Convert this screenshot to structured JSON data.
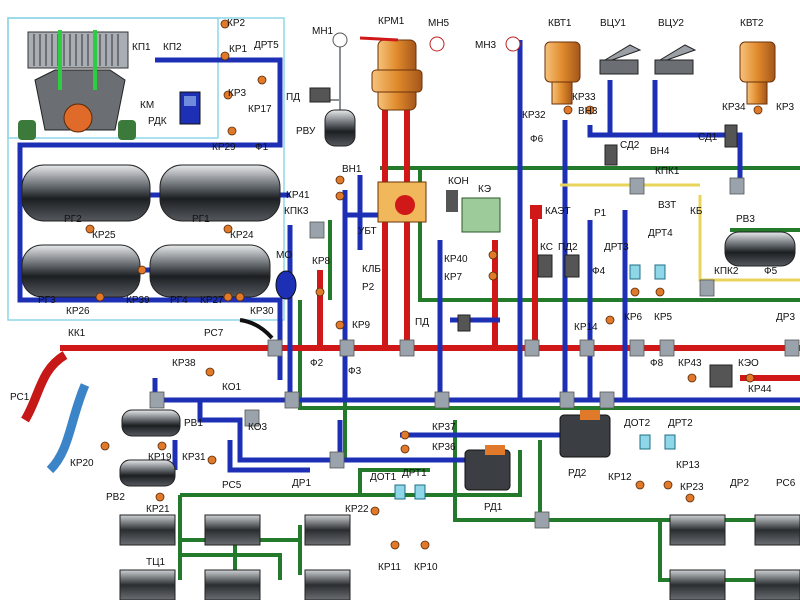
{
  "labels": {
    "kr2": "КР2",
    "kp1": "КП1",
    "kp2": "КП2",
    "kr1": "КР1",
    "drt5": "ДРТ5",
    "km": "КМ",
    "kr3": "КР3",
    "kr17": "КР17",
    "rdk": "РДК",
    "kr29": "КР29",
    "f1": "Ф1",
    "rg2": "РГ2",
    "rg1": "РГ1",
    "kr25": "КР25",
    "kr24": "КР24",
    "rg3": "РГ3",
    "rg4": "РГ4",
    "kr26": "КР26",
    "kr39": "КР39",
    "kr27": "КР27",
    "kr30": "КР30",
    "mo": "МО",
    "rs7": "РС7",
    "kk1": "КК1",
    "rs1": "РС1",
    "kr38": "КР38",
    "ko1": "КО1",
    "ko3": "КО3",
    "rv1": "РВ1",
    "rv2": "РВ2",
    "kr19": "КР19",
    "kr20": "КР20",
    "kr31": "КР31",
    "kr21": "КР21",
    "rs5": "РС5",
    "dr1": "ДР1",
    "tts1": "ТЦ1",
    "kr22": "КР22",
    "mn1": "МН1",
    "pd1": "ПД",
    "rvu": "РВУ",
    "krm1": "КРМ1",
    "mn5": "МН5",
    "mn3": "МН3",
    "kvt1": "КВТ1",
    "vtsu1": "ВЦУ1",
    "vtsu2": "ВЦУ2",
    "kvt2": "КВТ2",
    "kr32": "КР32",
    "kr33": "КР33",
    "vn3": "ВН3",
    "kr34": "КР34",
    "kr3x": "КР3",
    "f6": "Ф6",
    "sd2": "СД2",
    "vn4": "ВН4",
    "sd1": "СД1",
    "kpk1": "КПК1",
    "vn1": "ВН1",
    "kr41": "КР41",
    "kpk3": "КПК3",
    "ubt": "УБТ",
    "kon": "КОН",
    "ke": "КЭ",
    "kaet": "КАЭТ",
    "r1": "Р1",
    "vzt": "ВЗТ",
    "kb": "КБ",
    "rv3": "РВ3",
    "kr8": "КР8",
    "klb": "КЛБ",
    "r2": "Р2",
    "kr40": "КР40",
    "kr7": "КР7",
    "ks": "КС",
    "pd2": "ПД2",
    "drt3": "ДРТ3",
    "drt4": "ДРТ4",
    "f4": "Ф4",
    "kpk2": "КПК2",
    "f5": "Ф5",
    "kr9": "КР9",
    "pd3": "ПД",
    "kr14": "КР14",
    "kr6": "КР6",
    "kr5": "КР5",
    "dr3": "ДР3",
    "f2": "Ф2",
    "f3": "Ф3",
    "f8": "Ф8",
    "kr43": "КР43",
    "keo": "КЭО",
    "kr44": "КР44",
    "kr37": "КР37",
    "kr36": "КР36",
    "dot2": "ДОТ2",
    "drt2": "ДРТ2",
    "rd2": "РД2",
    "kr12": "КР12",
    "kr13": "КР13",
    "dot1": "ДОТ1",
    "drt1": "ДРТ1",
    "rd1": "РД1",
    "kr23": "КР23",
    "dr2": "ДР2",
    "rs6": "РС6",
    "kr11": "КР11",
    "kr10": "КР10"
  },
  "colors": {
    "supply_line": "#d01818",
    "brake_line": "#1d2fb4",
    "control_line": "#237a2a",
    "signal_line": "#e8d45a",
    "enclosure": "#8fd6e8"
  }
}
